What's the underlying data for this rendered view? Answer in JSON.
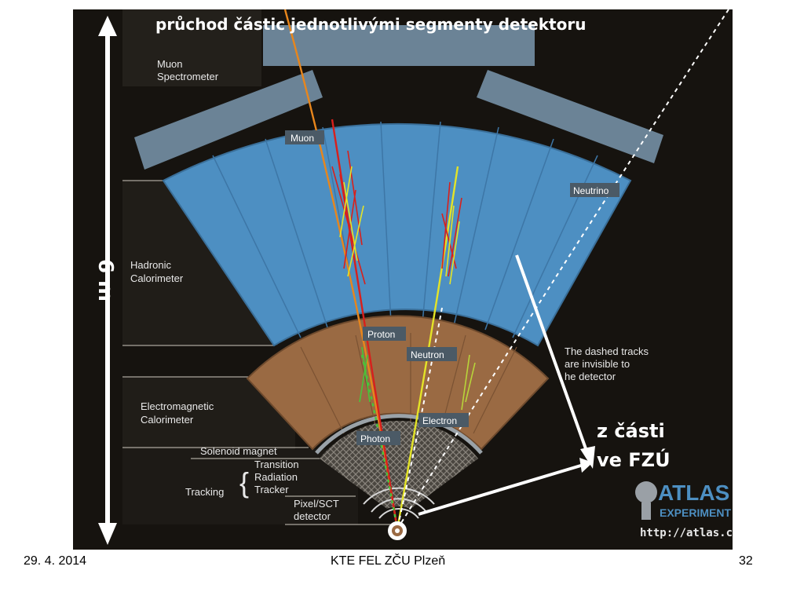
{
  "slide": {
    "title": "průchod  částic jednotlivými segmenty detektoru",
    "height_label": "6 m",
    "fzu_note_line1": "z části",
    "fzu_note_line2": "ve FZÚ"
  },
  "regions": {
    "muon_spectrometer_1": "Muon",
    "muon_spectrometer_2": "Spectrometer",
    "hadronic_1": "Hadronic",
    "hadronic_2": "Calorimeter",
    "em_1": "Electromagnetic",
    "em_2": "Calorimeter",
    "solenoid": "Solenoid magnet",
    "trt_1": "Transition",
    "trt_2": "Radiation",
    "trt_3": "Tracker",
    "tracking": "Tracking",
    "pixel_1": "Pixel/SCT",
    "pixel_2": "detector"
  },
  "particles": {
    "muon": "Muon",
    "neutrino": "Neutrino",
    "proton": "Proton",
    "neutron": "Neutron",
    "photon": "Photon",
    "electron": "Electron"
  },
  "note": {
    "line1": "The dashed tracks",
    "line2": "are invisible to",
    "line3": "he detector"
  },
  "logo": {
    "line1": "ATLAS",
    "line2": "EXPERIMENT",
    "url": "http://atlas.ch"
  },
  "footer": {
    "date": "29. 4. 2014",
    "center": "KTE FEL ZČU Plzeň",
    "page": "32"
  },
  "colors": {
    "background": "#16130f",
    "hadronic": "#4d8fc2",
    "em": "#9a6a43",
    "muon_chamber": "#6b8396",
    "title": "#ffffff",
    "muon_track": "#e8861c",
    "proton_track": "#d8201c",
    "electron_track": "#e4e427",
    "photon_track": "#49c43a"
  }
}
